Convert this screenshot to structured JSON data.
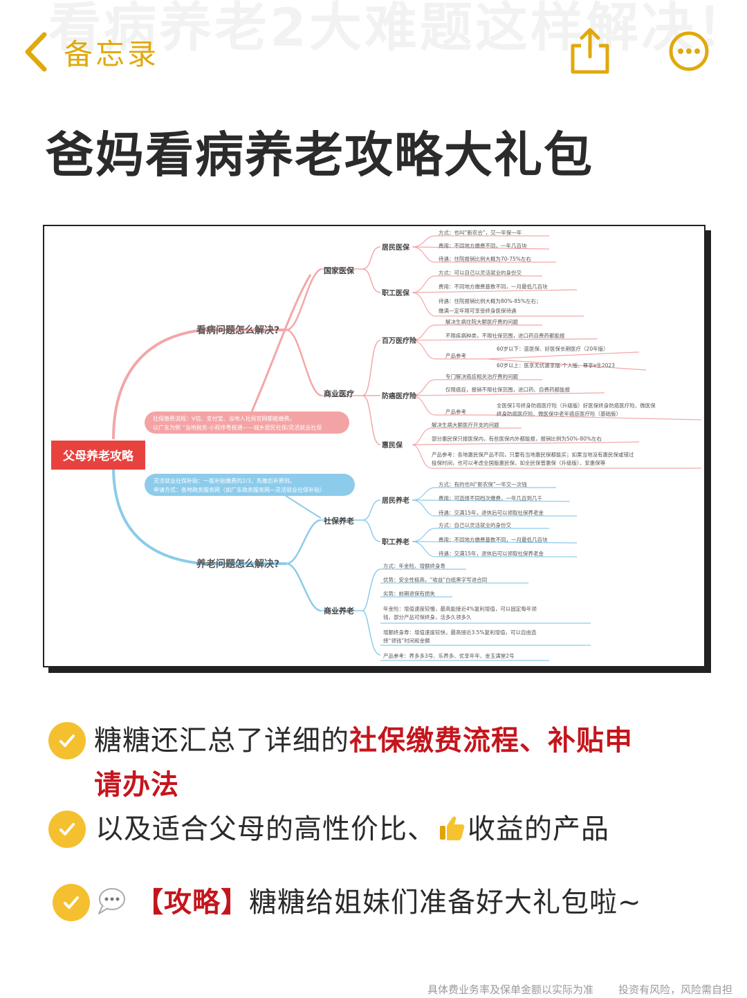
{
  "ghost_title": "看病养老2大难题这样解决！",
  "nav": {
    "back_label": "备忘录"
  },
  "colors": {
    "accent": "#e0a90c",
    "highlight_red": "#c5151c",
    "root_red": "#e8423f",
    "pink_branch": "#f0a0a3",
    "blue_branch": "#8ccbea",
    "check_yellow": "#f5c02f"
  },
  "title": "爸妈看病养老攻略大礼包",
  "mindmap": {
    "root": "父母养老攻略",
    "health_branch": "看病问题怎么解决?",
    "elder_branch": "养老问题怎么解决?",
    "pink_note_1": "社保缴费流程：V信、支付宝、当地人社局官网都能缴费。",
    "pink_note_2": "以广东为例 “当地税务-小程序粤税通——城乡居民社保/灵活就业社保",
    "blue_note_1": "灵活就业社保补贴：一般补贴缴费的2/3，先缴后补原则。",
    "blue_note_2": "申请方式：各地政务服务网（如广东政务服务网—灵活就业社保补贴）",
    "national": "国家医保",
    "commercial_med": "商业医疗",
    "social_elder": "社保养老",
    "commercial_elder": "商业养老",
    "resident_med": "居民医保",
    "employee_med": "职工医保",
    "million_med": "百万医疗险",
    "cancer_med": "防癌医疗险",
    "huimin": "惠民保",
    "resident_elder": "居民养老",
    "employee_elder": "职工养老",
    "l_rm_1": "方式：也叫“新农合”，交一年保一年",
    "l_rm_2": "费用：不同地方缴费不同，一年几百块",
    "l_rm_3": "待遇：住院报销比例大概为70-75%左右",
    "l_em_1": "方式：可以自己以灵活就业的身份交",
    "l_em_2": "费用：不同地方缴费基数不同，一月最低几百块",
    "l_em_3": "待遇：住院报销比例大概为80%-85%左右；",
    "l_em_4": "缴满一定年限可享受终身医保待遇",
    "l_mm_1": "解决生病住院大额医疗费的问题",
    "l_mm_2": "不限疾病种类，不限社保范围，进口药自费药都能报",
    "l_mm_3": "产品参考",
    "l_mm_4": "60岁以下：蓝医保、好医保长期医疗（20年版）",
    "l_mm_5": "60岁以上：医享无忧惠享版-个人版、尊享e生2023",
    "l_cm_1": "专门解决癌症相关治疗费的问题",
    "l_cm_2": "仅限癌症，报销不限社保范围，进口药、自费药都能报",
    "l_cm_3": "产品参考",
    "l_cm_4": "全医保1号终身防癌医疗险（升级版）好医保终身防癌医疗险、微医保",
    "l_cm_5": "终身防癌医疗险、微医保中老年癌症医疗险（基础版）",
    "l_hm_1": "解决生病大额医疗开支的问题",
    "l_hm_2": "部分惠民保只报医保内，有些医保内外都能报，报销比例为50%-80%左右",
    "l_hm_3": "产品参考：各地惠民保产品不同，只要有当地惠民保都能买；如果当地没有惠民保或错过",
    "l_hm_4": "投保时间，也可以考虑全国版惠民保，如全民保普惠保（升级版）、安惠保等",
    "l_re_1": "方式：有的也叫“新农保”一年交一次钱",
    "l_re_2": "费用：可选择不同档次缴费，一年几百到几千",
    "l_re_3": "待遇：交满15年，退休后可以领取社保养老金",
    "l_ee_1": "方式：自己以灵活就业的身份交",
    "l_ee_2": "费用：不同地方缴费基数不同，一月最低几百块",
    "l_ee_3": "待遇：交满15年，退休后可以领取社保养老金",
    "l_ce_1": "方式：年金险、增额终身寿",
    "l_ce_2": "优势：安全性极高，“收益”白纸黑字写进合同",
    "l_ce_3": "劣势：前期退保有损失",
    "l_ce_4": "年金险：增值速度较慢，最高能接近4%复利增值，可以固定每年领",
    "l_ce_5": "钱，部分产品可保终身，活多久领多久",
    "l_ce_6": "增额终身寿：增值速度较快，最高接近3.5%复利增值，可以自由选",
    "l_ce_7": "择“领钱”时间和金额",
    "l_ce_8": "产品参考：养多多3号、乐养多、优享年年、金玉满堂2号"
  },
  "bullets": {
    "b1_pre": "糖糖还汇总了详细的",
    "b1_hl": "社保缴费流程、补贴申",
    "b1_hl2": "请办法",
    "b2_pre": "以及适合父母的高性价比、",
    "b2_post": "收益的产品",
    "b3_hl": "【攻略】",
    "b3_post": "糖糖给姐妹们准备好大礼包啦~"
  },
  "footer": {
    "left": "具体费业务率及保单金额以实际为准",
    "right": "投资有风险，风险需自担"
  },
  "icons": {
    "back": "chevron-left-icon",
    "share": "share-icon",
    "more": "more-icon",
    "check": "check-icon"
  }
}
